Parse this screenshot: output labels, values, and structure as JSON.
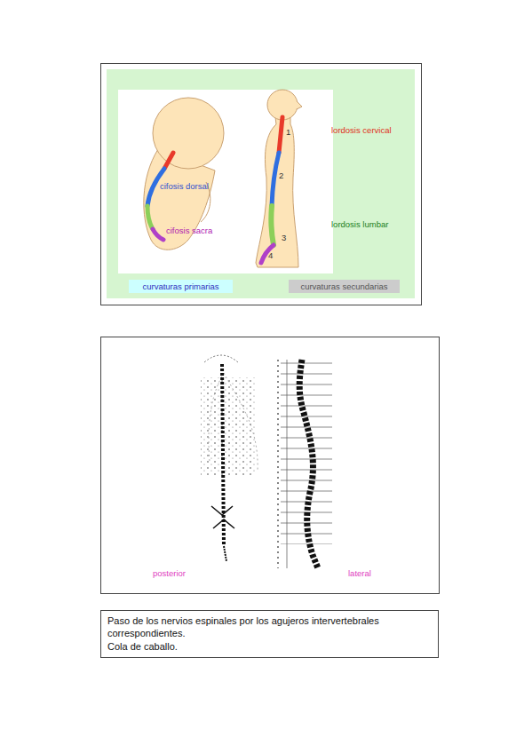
{
  "diagram": {
    "nodes": [
      {
        "text": [
          "curvaturas primarias"
        ]
      },
      {
        "text": [
          "curvaturas secundarias"
        ]
      },
      {
        "text": [
          "Paso de los nervios espinales por los agujeros intervertebrales correspondientes.",
          "Cola de caballo."
        ]
      }
    ],
    "labels": [
      "lordosis cervical",
      "1",
      "cifosis dorsal",
      "2",
      "cifosis sacra",
      "lordosis lumbar",
      "3",
      "4",
      "posterior",
      "lateral"
    ]
  }
}
